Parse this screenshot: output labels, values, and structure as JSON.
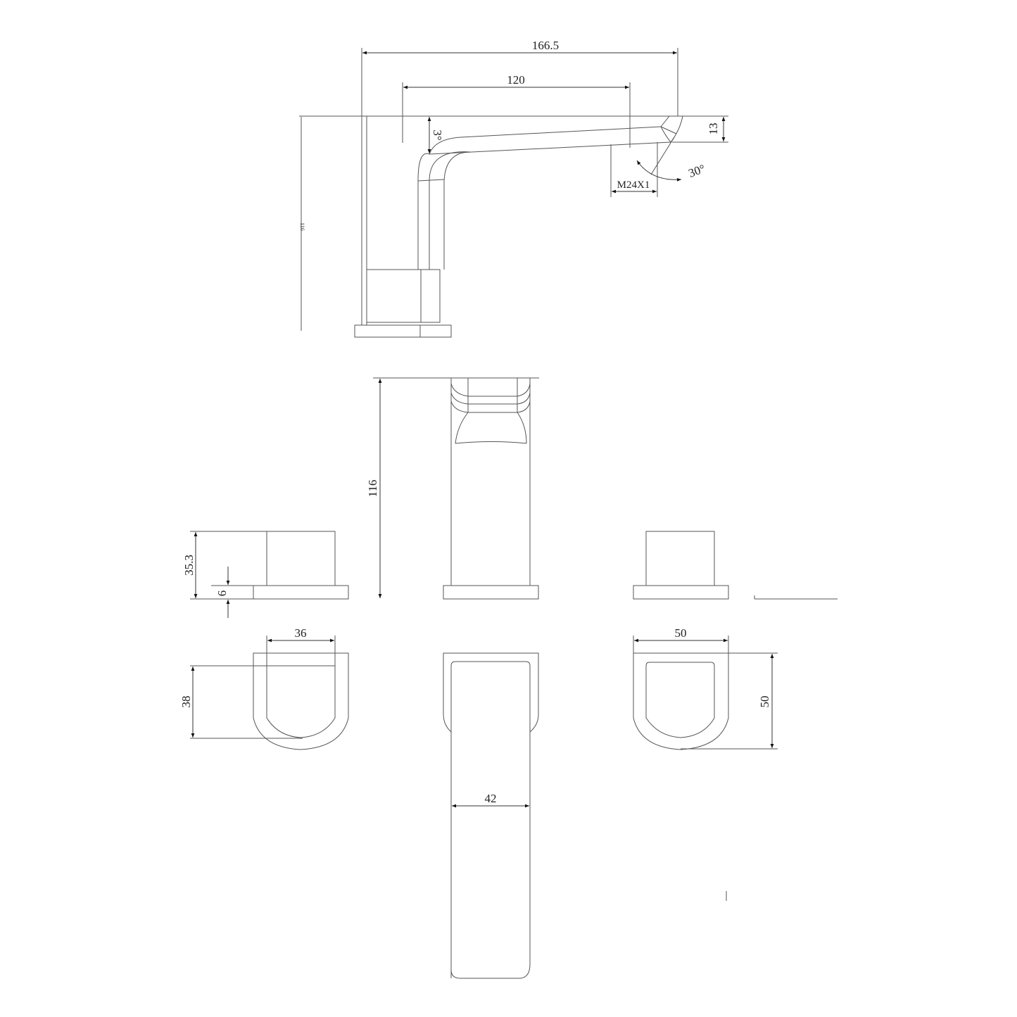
{
  "drawing": {
    "side_view": {
      "overall_length": "166.5",
      "spout_reach": "120",
      "spout_angle": "3°",
      "outlet_height": "13",
      "outlet_angle": "30°",
      "aerator_thread": "M24X1",
      "height_small": "116"
    },
    "front_view": {
      "spout_height": "116",
      "handle_height": "35.3",
      "base_thickness": "6"
    },
    "top_view": {
      "left_handle_width": "36",
      "left_handle_depth": "38",
      "spout_width": "42",
      "right_handle_width": "50",
      "right_handle_depth": "50"
    }
  }
}
